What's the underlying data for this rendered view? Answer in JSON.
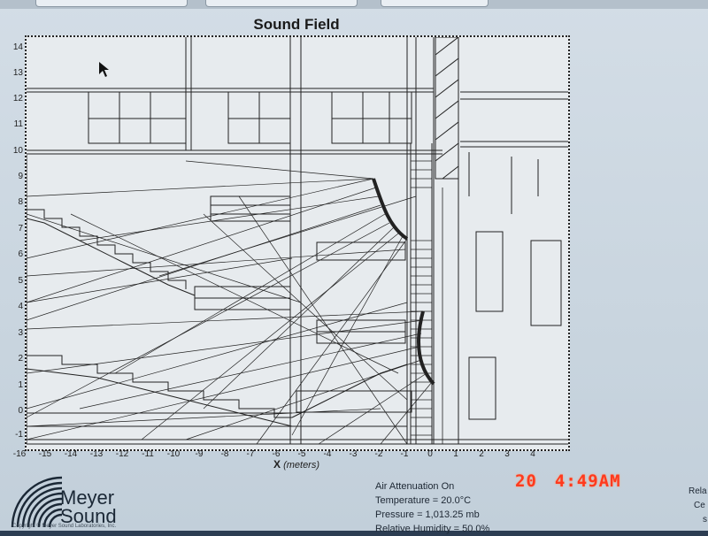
{
  "app": {
    "plot_title": "Sound Field",
    "x_axis_label_main": "X",
    "x_axis_label_unit": "(meters)"
  },
  "axes": {
    "y_ticks": [
      "14",
      "13",
      "12",
      "11",
      "10",
      "9",
      "8",
      "7",
      "6",
      "5",
      "4",
      "3",
      "2",
      "1",
      "0",
      "-1"
    ],
    "x_ticks": [
      "-16",
      "-15",
      "-14",
      "-13",
      "-12",
      "-11",
      "-10",
      "-9",
      "-8",
      "-7",
      "-6",
      "-5",
      "-4",
      "-3",
      "-2",
      "-1",
      "0",
      "1",
      "2",
      "3",
      "4"
    ]
  },
  "brand": {
    "line1": "Meyer",
    "line2": "Sound",
    "copyright": "Copyright © Meyer Sound Laboratories, Inc."
  },
  "attenuation": {
    "header": "Air Attenuation On",
    "temperature": "Temperature = 20.0°C",
    "pressure": "Pressure = 1,013.25  mb",
    "humidity": "Relative Humidity = 50.0%"
  },
  "camera_stamp": {
    "date": "20",
    "time": "4:49AM"
  },
  "right_panel_cut": {
    "line1": "Rela",
    "line2": "Ce",
    "line3": "s"
  },
  "colors": {
    "stamp": "#ff3a1e",
    "plot_bg": "#e7ebee",
    "screen_bg": "#cfd9e2"
  }
}
